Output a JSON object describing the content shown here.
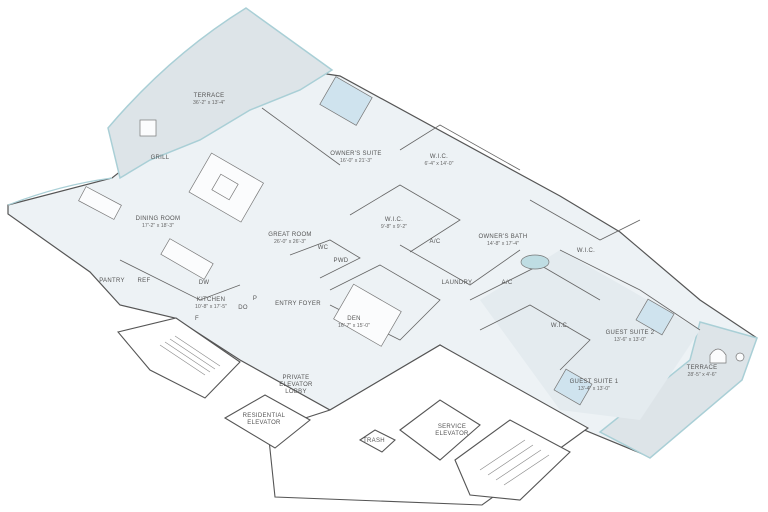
{
  "plan": {
    "colors": {
      "floor": "#edf2f5",
      "terrace": "#dde4e8",
      "glass": "#a9cfd6",
      "bed": "#cfe3ee",
      "wall": "#555555"
    },
    "rooms": [
      {
        "id": "terrace-north",
        "name": "TERRACE",
        "size": "36'-2\" x 13'-4\""
      },
      {
        "id": "grill",
        "name": "GRILL",
        "size": ""
      },
      {
        "id": "owners-suite",
        "name": "OWNER'S SUITE",
        "size": "16'-0\" x 21'-3\""
      },
      {
        "id": "wic-1",
        "name": "W.I.C.",
        "size": "6'-4\" x 14'-0\""
      },
      {
        "id": "dining-room",
        "name": "DINING ROOM",
        "size": "17'-2\" x 18'-3\""
      },
      {
        "id": "great-room",
        "name": "GREAT ROOM",
        "size": "26'-0\" x 26'-3\""
      },
      {
        "id": "wic-2",
        "name": "W.I.C.",
        "size": "9'-8\" x 9'-2\""
      },
      {
        "id": "owners-bath",
        "name": "OWNER'S BATH",
        "size": "14'-8\" x 17'-4\""
      },
      {
        "id": "kitchen",
        "name": "KITCHEN",
        "size": "10'-8\" x 17'-5\""
      },
      {
        "id": "den",
        "name": "DEN",
        "size": "16'-7\" x 15'-0\""
      },
      {
        "id": "guest-suite-2",
        "name": "GUEST SUITE 2",
        "size": "13'-6\" x 13'-0\""
      },
      {
        "id": "guest-suite-1",
        "name": "GUEST SUITE 1",
        "size": "13'-4\" x 13'-0\""
      },
      {
        "id": "terrace-east",
        "name": "TERRACE",
        "size": "28'-5\" x 4'-6\""
      }
    ],
    "labels": {
      "wc": "WC",
      "pwd": "PWD",
      "ac1": "A/C",
      "ac2": "A/C",
      "laundry": "LAUNDRY",
      "wic3": "W.I.C.",
      "wic4": "W.I.C.",
      "pantry": "PANTRY",
      "ref": "REF",
      "dw": "DW",
      "do": "DO",
      "p": "P",
      "f": "F",
      "entry_foyer": "ENTRY FOYER",
      "private_lobby": [
        "PRIVATE",
        "ELEVATOR",
        "LOBBY"
      ],
      "residential_elevator": [
        "RESIDENTIAL",
        "ELEVATOR"
      ],
      "service_elevator": [
        "SERVICE",
        "ELEVATOR"
      ],
      "trash": "TRASH"
    }
  }
}
